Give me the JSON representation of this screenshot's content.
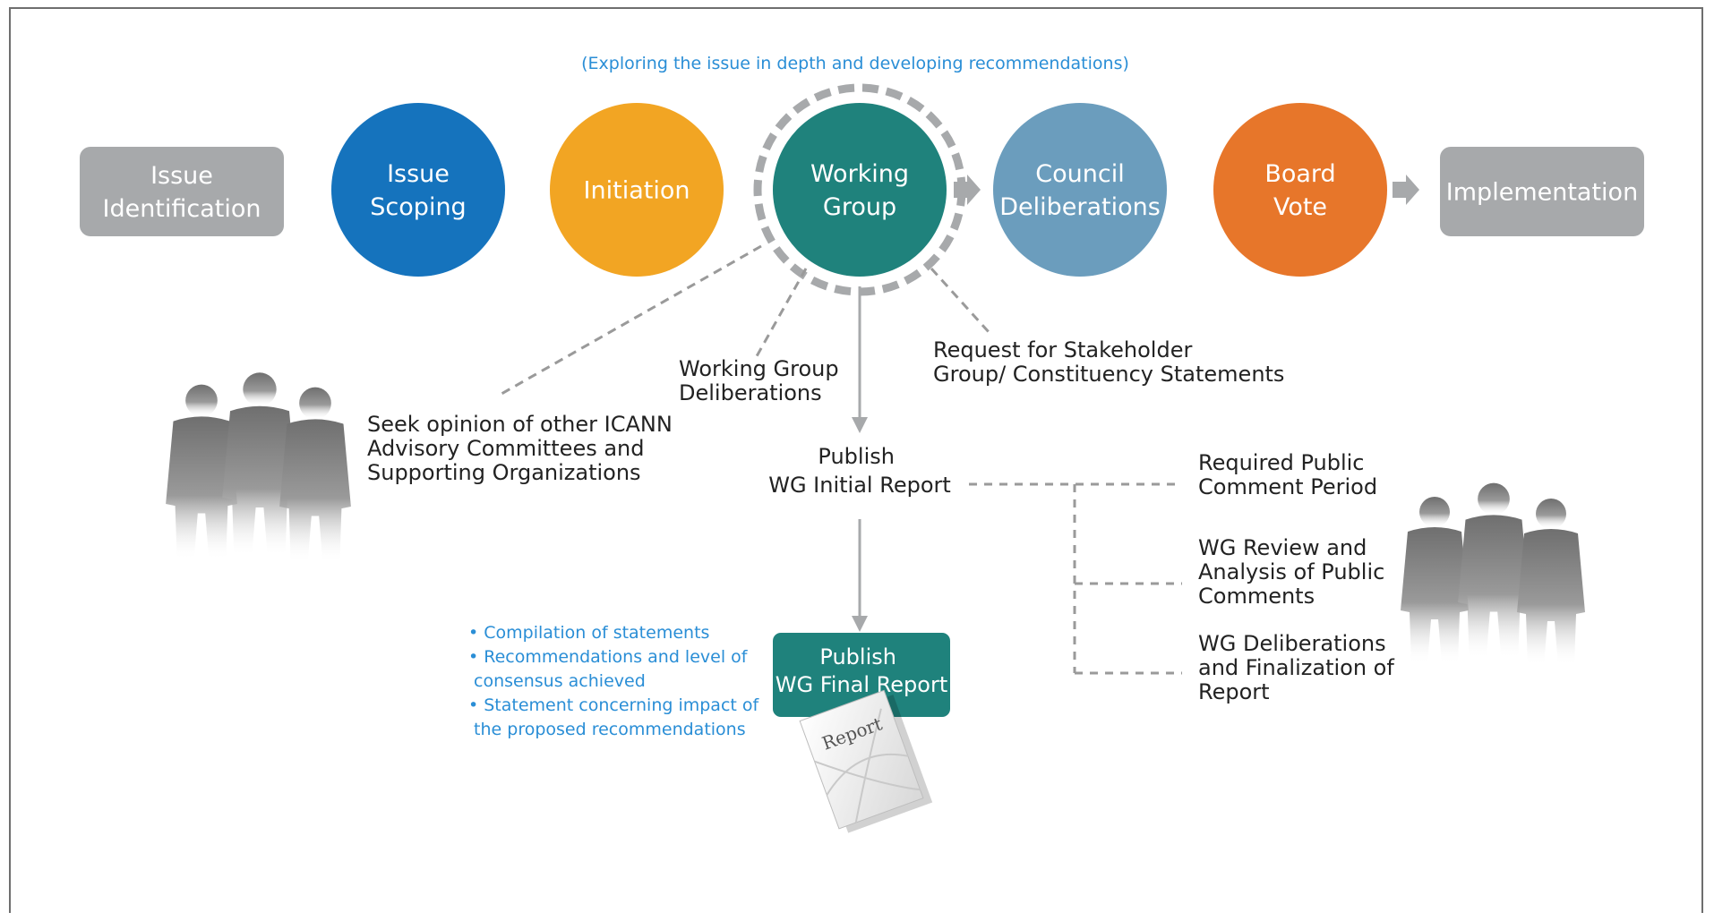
{
  "subtitle": "(Exploring the issue in depth and developing recommendations)",
  "stages": [
    {
      "lines": [
        "Issue",
        "Identification"
      ],
      "shape": "rounded-rect",
      "color": "#a7a9ab"
    },
    {
      "lines": [
        "Issue",
        "Scoping"
      ],
      "shape": "circle",
      "color": "#1573bd"
    },
    {
      "lines": [
        "Initiation"
      ],
      "shape": "circle",
      "color": "#f2a523"
    },
    {
      "lines": [
        "Working",
        "Group"
      ],
      "shape": "circle-dashed-ring",
      "color": "#1f827c"
    },
    {
      "lines": [
        "Council",
        "Deliberations"
      ],
      "shape": "circle",
      "color": "#6b9dbd"
    },
    {
      "lines": [
        "Board",
        "Vote"
      ],
      "shape": "circle",
      "color": "#e7762a"
    },
    {
      "lines": [
        "Implementation"
      ],
      "shape": "rounded-rect",
      "color": "#a7a9ab"
    }
  ],
  "annotations": {
    "seek_opinion": [
      "Seek opinion of other ICANN",
      "Advisory Committees and",
      "Supporting Organizations"
    ],
    "wg_deliberations": [
      "Working Group",
      "Deliberations"
    ],
    "request_statements": [
      "Request for Stakeholder",
      "Group/ Constituency Statements"
    ],
    "publish_initial": [
      "Publish",
      "WG Initial Report"
    ]
  },
  "public_comment_steps": [
    {
      "lines": [
        "Required Public",
        "Comment Period"
      ]
    },
    {
      "lines": [
        "WG Review and",
        "Analysis of Public",
        "Comments"
      ]
    },
    {
      "lines": [
        "WG Deliberations",
        "and Finalization of",
        "Report"
      ]
    }
  ],
  "final_report": {
    "lines": [
      "Publish",
      "WG Final Report"
    ],
    "color": "#1f827c",
    "document_label": "Report"
  },
  "final_report_contents": [
    [
      "• Compilation of statements"
    ],
    [
      "• Recommendations and level of",
      "  consensus achieved"
    ],
    [
      "• Statement concerning impact of",
      "  the proposed recommendations"
    ]
  ],
  "colors": {
    "accent_blue": "#2a8ed6",
    "arrow_gray": "#a7a9ab",
    "dashed_gray": "#9a9a9a",
    "text_dark": "#222222"
  },
  "icons": {
    "people_left": "people-silhouettes-icon",
    "people_right": "people-silhouettes-icon",
    "document": "report-document-icon"
  }
}
